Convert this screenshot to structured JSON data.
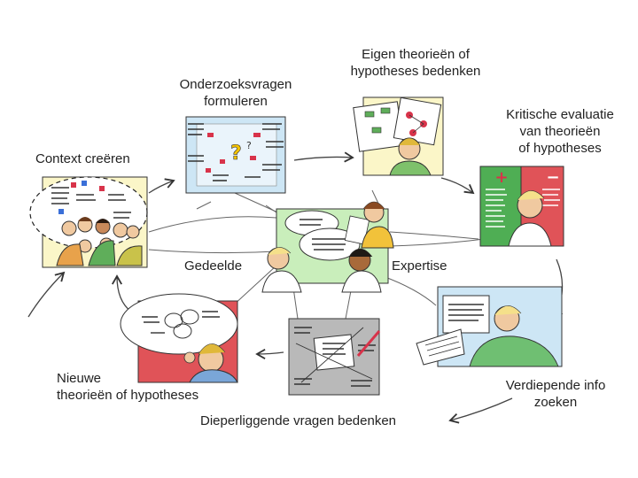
{
  "stages": {
    "context": [
      "Context creëren"
    ],
    "questions": [
      "Onderzoeksvragen",
      "formuleren"
    ],
    "own_theories": [
      "Eigen theorieën of",
      "hypotheses bedenken"
    ],
    "evaluation": [
      "Kritische evaluatie",
      "van theorieën",
      "of hypotheses"
    ],
    "deep_info": [
      "Verdiepende info",
      "zoeken"
    ],
    "deeper_questions": [
      "Dieperliggende vragen bedenken"
    ],
    "new_theories": [
      "Nieuwe",
      "theorieën of hypotheses"
    ]
  },
  "center": {
    "shared": "Gedeelde",
    "expertise": "Expertise"
  },
  "panel_signs": {
    "plus": "+",
    "minus": "−"
  }
}
